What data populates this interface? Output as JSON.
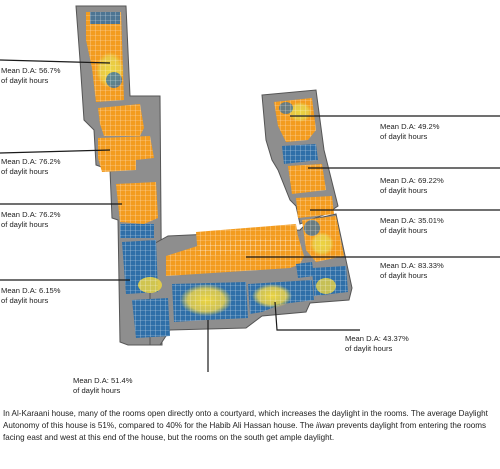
{
  "colors": {
    "wall": "#8e8e8e",
    "wall_edge": "#555555",
    "orange": "#f39c1f",
    "yellow": "#ecd541",
    "blue": "#2f6fa8",
    "light_blue": "#cfe3ef",
    "grid": "#ffffff",
    "leader": "#1a1a1a"
  },
  "labels": [
    {
      "line1": "Mean D.A: 56.7%",
      "line2": "of daylit hours"
    },
    {
      "line1": "Mean D.A: 76.2%",
      "line2": "of daylit hours"
    },
    {
      "line1": "Mean D.A: 76.2%",
      "line2": "of daylit hours"
    },
    {
      "line1": "Mean D.A: 6.15%",
      "line2": "of daylit hours"
    },
    {
      "line1": "Mean D.A: 51.4%",
      "line2": "of daylit hours"
    },
    {
      "line1": "Mean D.A: 43.37%",
      "line2": "of daylit hours"
    },
    {
      "line1": "Mean D.A: 49.2%",
      "line2": "of daylit hours"
    },
    {
      "line1": "Mean D.A: 69.22%",
      "line2": "of daylit hours"
    },
    {
      "line1": "Mean D.A: 35.01%",
      "line2": "of daylit hours"
    },
    {
      "line1": "Mean D.A: 83.33%",
      "line2": "of daylit hours"
    }
  ],
  "caption": {
    "part1": "In Al-Karaani house, many of the rooms open directly onto a courtyard, which increases the daylight in the rooms. The average Daylight Autonomy of this house is 51%, compared to 40% for the Habib Ali Hassan house. The ",
    "iwan": "iiwan",
    "part2": " prevents daylight from entering the rooms facing east and west at this end of the house, but the rooms on the south get ample daylight."
  }
}
